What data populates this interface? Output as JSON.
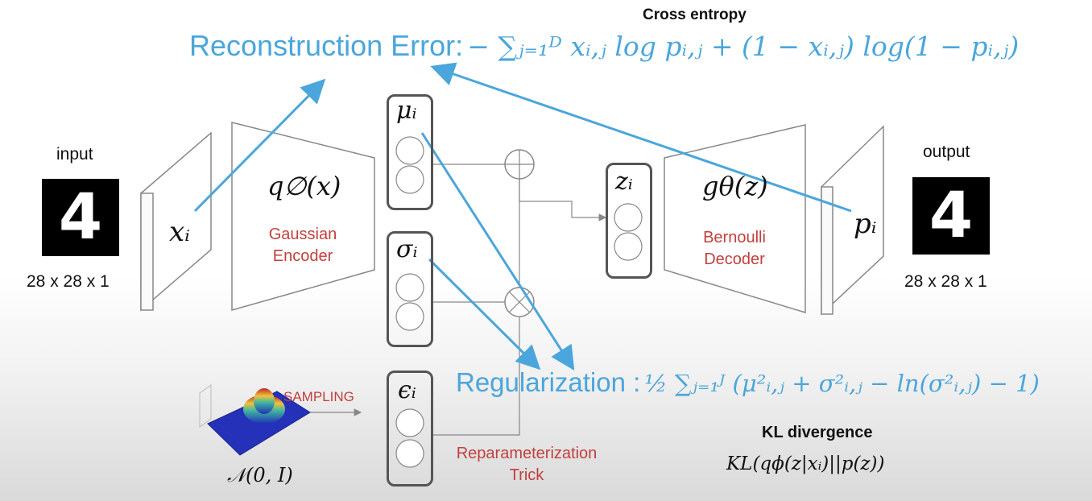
{
  "top_note": "Cross entropy",
  "reconstruction": {
    "label": "Reconstruction Error:",
    "formula": "− ∑ⱼ₌₁ᴰ xᵢ,ⱼ log pᵢ,ⱼ + (1 − xᵢ,ⱼ) log(1 − pᵢ,ⱼ)"
  },
  "input": {
    "title": "input",
    "digit": "4",
    "size": "28 x 28 x 1"
  },
  "output": {
    "title": "output",
    "digit": "4",
    "size": "28 x 28 x 1"
  },
  "x_symbol": "xᵢ",
  "p_symbol": "pᵢ",
  "encoder": {
    "func": "q∅(x)",
    "line1": "Gaussian",
    "line2": "Encoder"
  },
  "decoder": {
    "func": "gθ(z)",
    "line1": "Bernoulli",
    "line2": "Decoder"
  },
  "mu_symbol": "μᵢ",
  "sigma_symbol": "σᵢ",
  "eps_symbol": "ϵᵢ",
  "z_symbol": "zᵢ",
  "sampling": "SAMPLING",
  "normal": "𝒩(0, I)",
  "reparam": {
    "line1": "Reparameterization",
    "line2": "Trick"
  },
  "regularization": {
    "label": "Regularization :",
    "formula": "½ ∑ⱼ₌₁ᴶ (μ²ᵢ,ⱼ + σ²ᵢ,ⱼ − ln(σ²ᵢ,ⱼ) − 1)"
  },
  "kl": {
    "title": "KL divergence",
    "formula": "KL(qϕ(z|xᵢ)||p(z))"
  },
  "colors": {
    "accent_blue": "#4aa6dc",
    "label_red": "#c2403d"
  }
}
